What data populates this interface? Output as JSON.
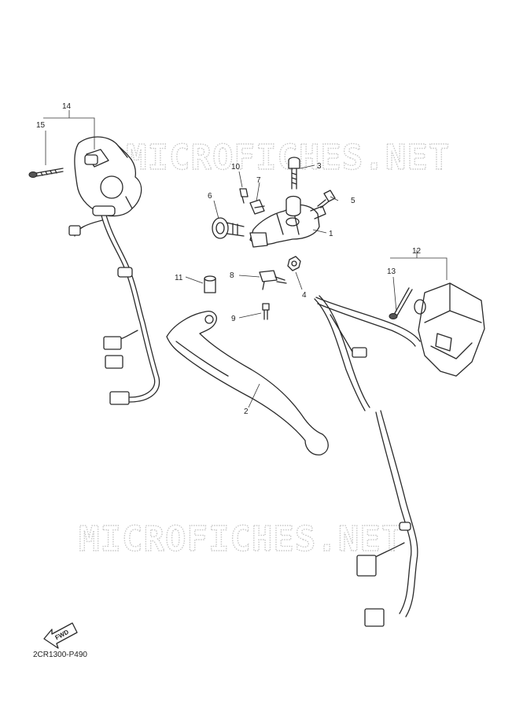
{
  "diagram_code": "2CR1300-P490",
  "watermarks": [
    "MICROFICHES.NET",
    "MICROFICHES.NET"
  ],
  "fwd_label": "FWD",
  "callouts": {
    "c1": "1",
    "c2": "2",
    "c3": "3",
    "c4": "4",
    "c5": "5",
    "c6": "6",
    "c7": "7",
    "c8": "8",
    "c9": "9",
    "c10": "10",
    "c11": "11",
    "c12": "12",
    "c13": "13",
    "c14": "14",
    "c15": "15"
  },
  "colors": {
    "line": "#2a2a2a",
    "watermark": "#c8c8c8",
    "background": "#ffffff"
  }
}
